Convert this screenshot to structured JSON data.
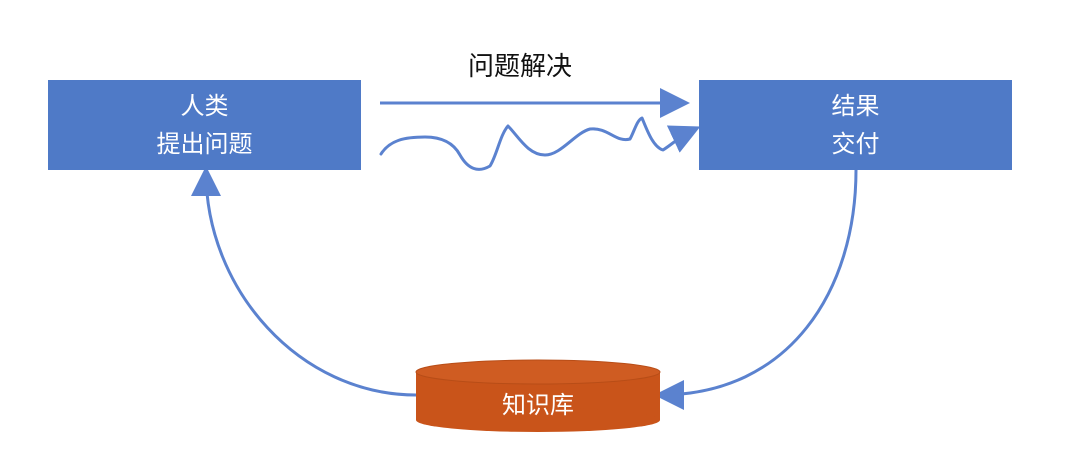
{
  "diagram": {
    "top_label": "问题解决",
    "left_box": {
      "line1": "人类",
      "line2": "提出问题"
    },
    "right_box": {
      "line1": "结果",
      "line2": "交付"
    },
    "database_label": "知识库"
  },
  "colors": {
    "box_fill": "#4f7ac7",
    "arrow_stroke": "#5b82cf",
    "database_fill": "#c9541a",
    "text_dark": "#111111",
    "text_light": "#ffffff"
  }
}
